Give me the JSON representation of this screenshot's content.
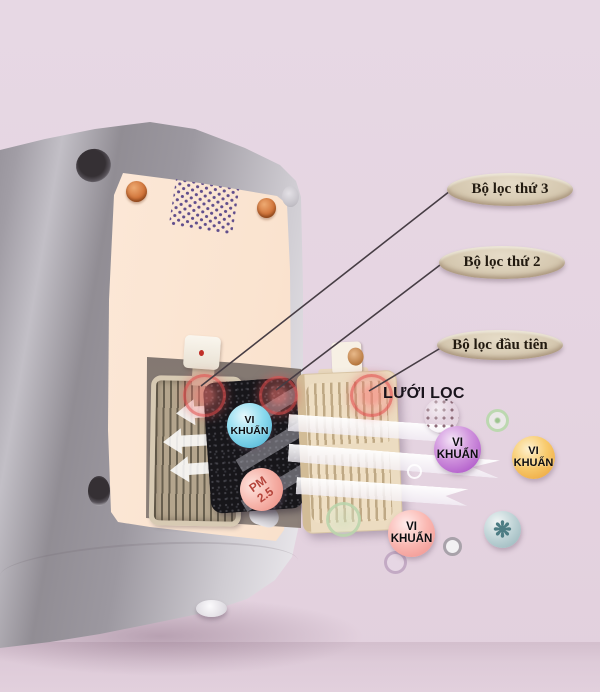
{
  "background": {
    "color": "#e5d5e2"
  },
  "colors": {
    "callout_fill": "#d6c9b1",
    "device_panel": "#f9e2cd",
    "carbon_filter": "#17161a",
    "marker_red": "#e14b4b",
    "bacteria_cyan": "#45aed2",
    "bacteria_purple": "#a445c2",
    "bacteria_orange": "#eb9f35",
    "bacteria_pink": "#ee8e8a",
    "pm25_sphere": "#ea887e",
    "virus_teal": "#93b2b8"
  },
  "callouts": [
    {
      "id": "filter-3",
      "label": "Bộ lọc thứ 3"
    },
    {
      "id": "filter-2",
      "label": "Bộ lọc thứ 2"
    },
    {
      "id": "filter-1",
      "label": "Bộ lọc đầu tiên"
    }
  ],
  "labels": {
    "mesh": "LƯỚI LỌC"
  },
  "bubbles": [
    {
      "name": "bacteria-on-carbon-filter",
      "color": "#45aed2",
      "line1": "VI",
      "line2": "KHUẨN"
    },
    {
      "name": "pm25-on-carbon-filter",
      "color": "#ea887e",
      "line1": "PM",
      "line2": "2.5"
    },
    {
      "name": "bacteria-purple",
      "color": "#a445c2",
      "line1": "VI",
      "line2": "KHUẨN"
    },
    {
      "name": "bacteria-orange",
      "color": "#eb9f35",
      "line1": "VI",
      "line2": "KHUẨN"
    },
    {
      "name": "bacteria-pink",
      "color": "#ee8e8a",
      "line1": "VI",
      "line2": "KHUẨN"
    },
    {
      "name": "virus-teal",
      "color": "#93b2b8",
      "glyph": "❋"
    }
  ]
}
